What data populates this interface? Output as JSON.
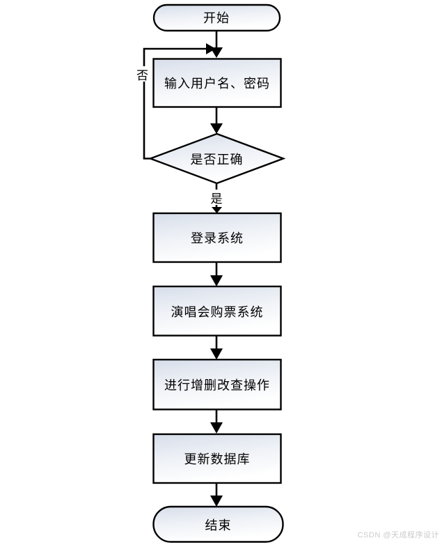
{
  "diagram": {
    "type": "flowchart",
    "nodes": [
      {
        "id": "start",
        "shape": "terminator",
        "label": "开始"
      },
      {
        "id": "input-credentials",
        "shape": "process",
        "label": "输入用户名、密码"
      },
      {
        "id": "check-correct",
        "shape": "decision",
        "label": "是否正确"
      },
      {
        "id": "login-system",
        "shape": "process",
        "label": "登录系统"
      },
      {
        "id": "ticketing-system",
        "shape": "process",
        "label": "演唱会购票系统"
      },
      {
        "id": "crud-operations",
        "shape": "process",
        "label": "进行增删改查操作"
      },
      {
        "id": "update-database",
        "shape": "process",
        "label": "更新数据库"
      },
      {
        "id": "end",
        "shape": "terminator",
        "label": "结束"
      }
    ],
    "edges": [
      {
        "from": "start",
        "to": "input-credentials",
        "label": ""
      },
      {
        "from": "input-credentials",
        "to": "check-correct",
        "label": ""
      },
      {
        "from": "check-correct",
        "to": "input-credentials",
        "label": "否"
      },
      {
        "from": "check-correct",
        "to": "login-system",
        "label": "是"
      },
      {
        "from": "login-system",
        "to": "ticketing-system",
        "label": ""
      },
      {
        "from": "ticketing-system",
        "to": "crud-operations",
        "label": ""
      },
      {
        "from": "crud-operations",
        "to": "update-database",
        "label": ""
      },
      {
        "from": "update-database",
        "to": "end",
        "label": ""
      }
    ],
    "branch_labels": {
      "no": "否",
      "yes": "是"
    },
    "colors": {
      "stroke": "#000000",
      "fill_top": "#d7deea",
      "fill_bottom": "#ffffff",
      "text": "#000000"
    }
  },
  "watermark": {
    "text": "CSDN @天成程序设计",
    "color": "#cbcbcb"
  }
}
